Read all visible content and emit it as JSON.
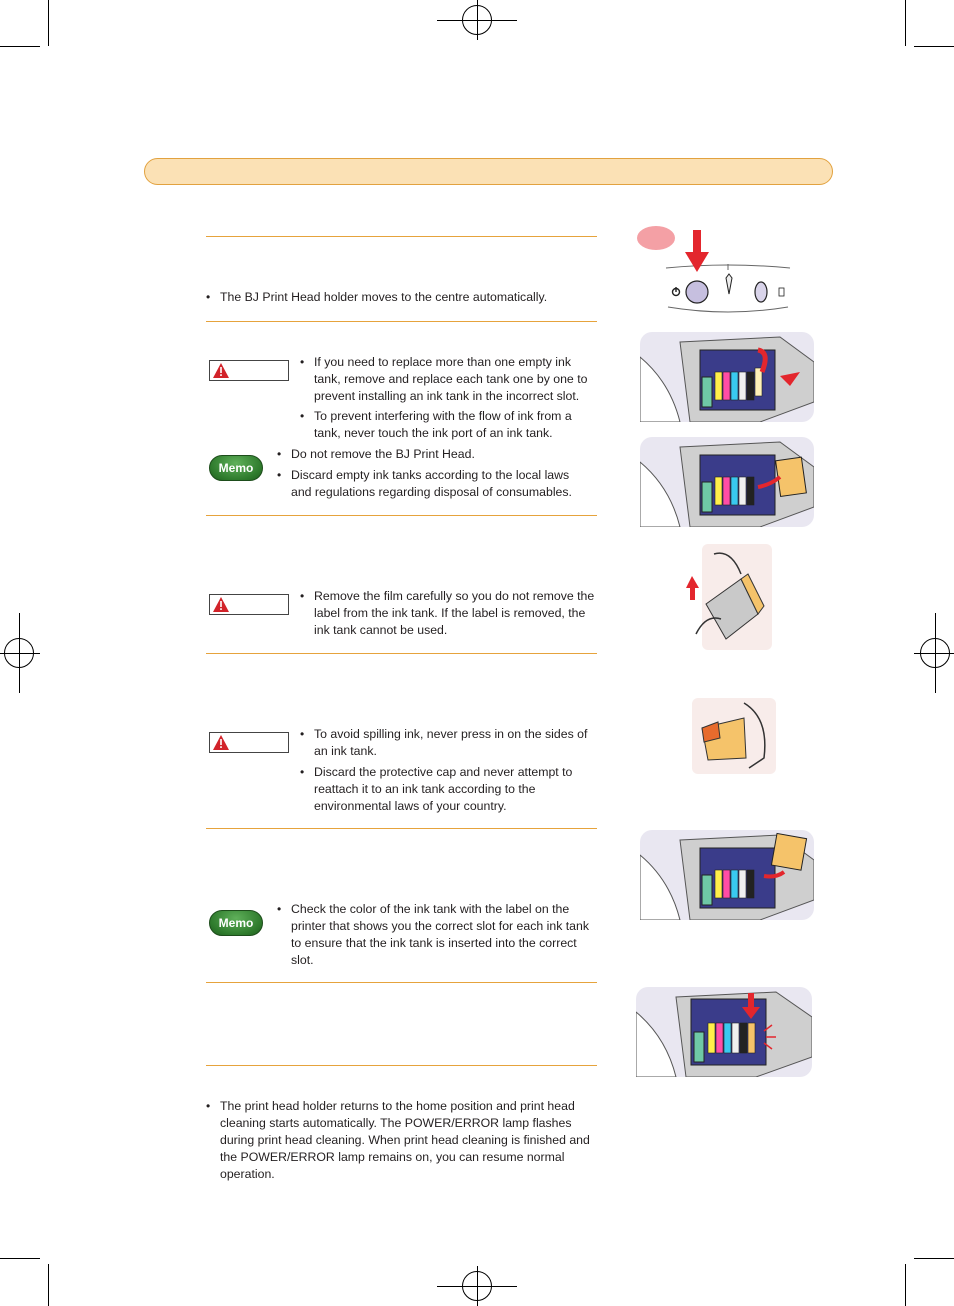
{
  "steps": {
    "s1": {
      "bullet": "The BJ Print Head holder moves to the centre automatically."
    },
    "s2": {
      "caution_bullets": [
        "If you need to replace more than one empty ink tank, remove and replace each tank one by one to prevent installing an ink tank in the incorrect slot.",
        "To prevent interfering with the flow of ink from a tank, never touch the ink port of an ink tank."
      ],
      "memo_label": "Memo",
      "memo_bullets": [
        "Do not remove the BJ Print Head.",
        "Discard empty ink tanks according to the local laws and regulations regarding disposal of consumables."
      ]
    },
    "s3": {
      "caution_bullets": [
        "Remove the film carefully so you do not remove the label from the ink tank. If the label is removed, the ink tank cannot be used."
      ]
    },
    "s4": {
      "caution_bullets": [
        "To avoid spilling ink, never press in on the sides of an ink tank.",
        "Discard the protective cap and never attempt to reattach it to an ink tank according to the environmental laws of your country."
      ]
    },
    "s5": {
      "memo_label": "Memo",
      "memo_bullets": [
        "Check the color of the ink tank with the label on the printer that shows you the correct slot for each ink tank to ensure that the ink tank is inserted into the correct slot."
      ]
    },
    "s7": {
      "bullet": "The print head holder returns to the home position and print head cleaning starts automatically. The POWER/ERROR lamp flashes during print head cleaning. When print head cleaning is finished and the POWER/ERROR lamp remains on, you can resume normal operation."
    }
  },
  "bullet_char": "•",
  "icons": {
    "caution": "caution-triangle-icon",
    "power": "power-icon",
    "resume": "resume-icon"
  },
  "colors": {
    "accent": "#e6a33c",
    "banner_fill": "#fbe1b5",
    "warning_red": "#d2232a",
    "memo_green": "#2e7a2c"
  }
}
